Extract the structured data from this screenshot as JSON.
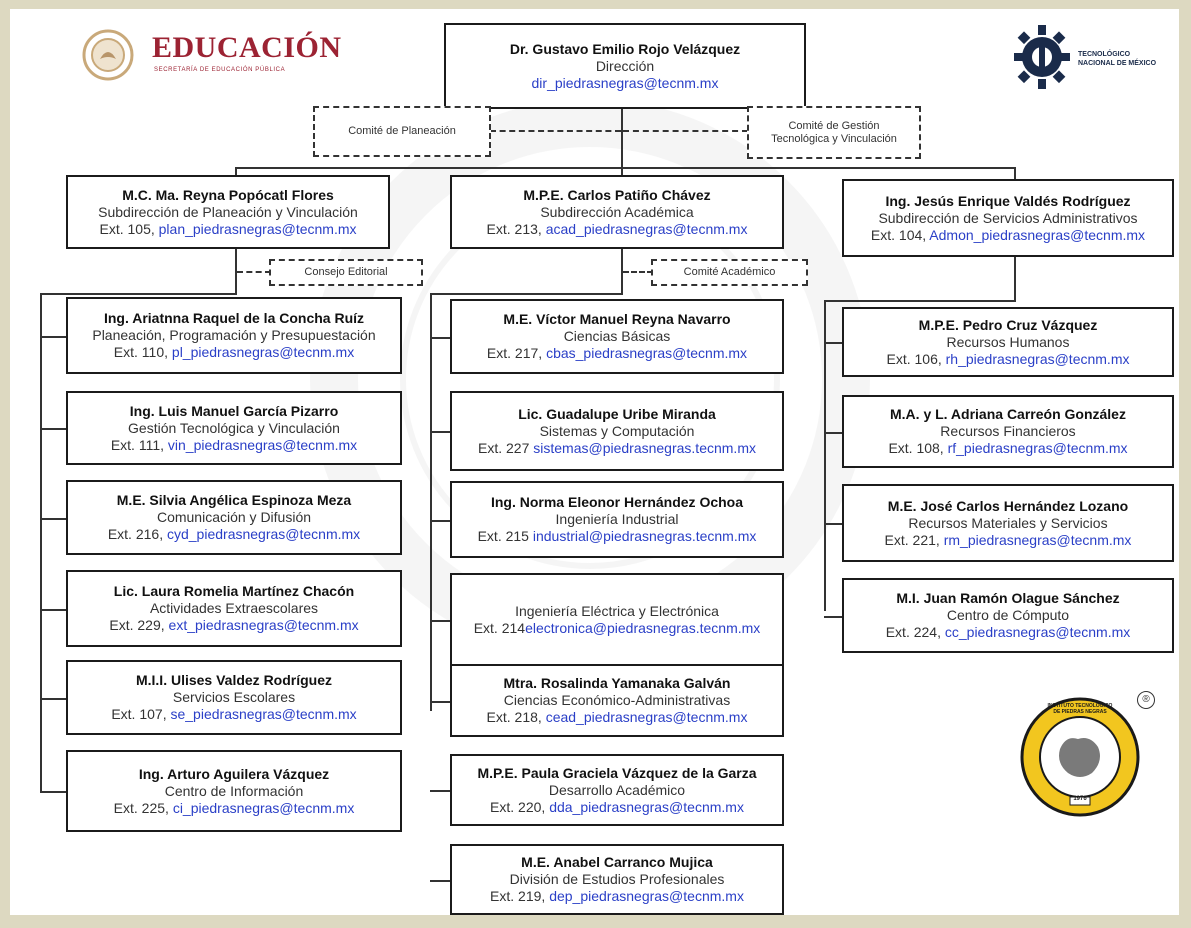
{
  "header": {
    "left_logo": {
      "title": "EDUCACIÓN",
      "subtitle": "SECRETARÍA DE EDUCACIÓN PÚBLICA",
      "icon": "mexico-coat-of-arms-icon",
      "color": "#9c2333"
    },
    "right_logo": {
      "line1": "TECNOLÓGICO",
      "line2": "NACIONAL DE MÉXICO",
      "icon": "tecnm-gear-icon",
      "color": "#1a2b4a"
    }
  },
  "director": {
    "name": "Dr. Gustavo Emilio Rojo  Velázquez",
    "dept": "Dirección",
    "ext": "",
    "email": "dir_piedrasnegras@tecnm.mx"
  },
  "committees": {
    "planeacion": "Comité de Planeación",
    "gestion_line1": "Comité de Gestión",
    "gestion_line2": "Tecnológica y Vinculación",
    "editorial": "Consejo Editorial",
    "academico": "Comité Académico"
  },
  "subdirections": [
    {
      "name": "M.C. Ma. Reyna Popócatl Flores",
      "dept": "Subdirección de Planeación y Vinculación",
      "ext": "Ext. 105, ",
      "email": "plan_piedrasnegras@tecnm.mx"
    },
    {
      "name": "M.P.E. Carlos Patiño Chávez",
      "dept": "Subdirección Académica",
      "ext": "Ext. 213, ",
      "email": "acad_piedrasnegras@tecnm.mx"
    },
    {
      "name": "Ing. Jesús Enrique Valdés Rodríguez",
      "dept": "Subdirección de Servicios Administrativos",
      "ext": "Ext. 104, ",
      "email": "Admon_piedrasnegras@tecnm.mx"
    }
  ],
  "col1": [
    {
      "name": "Ing. Ariatnna Raquel de la  Concha Ruíz",
      "dept": "Planeación, Programación y Presupuestación",
      "ext": "Ext. 110, ",
      "email": "pl_piedrasnegras@tecnm.mx"
    },
    {
      "name": "Ing. Luis Manuel García Pizarro",
      "dept": "Gestión Tecnológica y Vinculación",
      "ext": "Ext. 111, ",
      "email": "vin_piedrasnegras@tecnm.mx"
    },
    {
      "name": "M.E. Silvia Angélica Espinoza Meza",
      "dept": "Comunicación y Difusión",
      "ext": "Ext. 216, ",
      "email": "cyd_piedrasnegras@tecnm.mx"
    },
    {
      "name": "Lic. Laura Romelia Martínez Chacón",
      "dept": "Actividades Extraescolares",
      "ext": "Ext. 229, ",
      "email": "ext_piedrasnegras@tecnm.mx"
    },
    {
      "name": "M.I.I. Ulises Valdez Rodríguez",
      "dept": "Servicios Escolares",
      "ext": "Ext. 107, ",
      "email": "se_piedrasnegras@tecnm.mx"
    },
    {
      "name": "Ing. Arturo Aguilera Vázquez",
      "dept": "Centro de Información",
      "ext": "Ext. 225, ",
      "email": "ci_piedrasnegras@tecnm.mx"
    }
  ],
  "col2": [
    {
      "name": "M.E. Víctor Manuel Reyna Navarro",
      "dept": "Ciencias Básicas",
      "ext": "Ext. 217, ",
      "email": "cbas_piedrasnegras@tecnm.mx"
    },
    {
      "name": "Lic. Guadalupe Uribe Miranda",
      "dept": "Sistemas y Computación",
      "ext": "Ext. 227 ",
      "email": "sistemas@piedrasnegras.tecnm.mx"
    },
    {
      "name": "Ing.  Norma Eleonor Hernández Ochoa",
      "dept": "Ingeniería Industrial",
      "ext": "Ext. 215  ",
      "email": "industrial@piedrasnegras.tecnm.mx"
    },
    {
      "name": "",
      "dept": "Ingeniería Eléctrica y Electrónica",
      "ext": "Ext. 214",
      "email": "electronica@piedrasnegras.tecnm.mx"
    },
    {
      "name": "Mtra. Rosalinda Yamanaka Galván",
      "dept": "Ciencias Económico-Administrativas",
      "ext": "Ext. 218, ",
      "email": "cead_piedrasnegras@tecnm.mx"
    },
    {
      "name": "M.P.E. Paula Graciela Vázquez de la Garza",
      "dept": "Desarrollo Académico",
      "ext": "Ext. 220, ",
      "email": "dda_piedrasnegras@tecnm.mx"
    },
    {
      "name": "M.E. Anabel Carranco Mujica",
      "dept": "División de Estudios Profesionales",
      "ext": "Ext. 219, ",
      "email": "dep_piedrasnegras@tecnm.mx"
    }
  ],
  "col3": [
    {
      "name": "M.P.E. Pedro Cruz Vázquez",
      "dept": "Recursos Humanos",
      "ext": "Ext. 106, ",
      "email": "rh_piedrasnegras@tecnm.mx"
    },
    {
      "name": "M.A. y L. Adriana Carreón González",
      "dept": "Recursos Financieros",
      "ext": "Ext. 108, ",
      "email": "rf_piedrasnegras@tecnm.mx"
    },
    {
      "name": "M.E. José Carlos Hernández Lozano",
      "dept": "Recursos Materiales y Servicios",
      "ext": "Ext. 221, ",
      "email": "rm_piedrasnegras@tecnm.mx"
    },
    {
      "name": "M.I. Juan Ramón Olague Sánchez",
      "dept": "Centro de Cómputo",
      "ext": "Ext. 224, ",
      "email": "cc_piedrasnegras@tecnm.mx"
    }
  ],
  "seal": {
    "text": "INSTITUTO TECNOLÓGICO DE PIEDRAS NEGRAS",
    "year": "1976",
    "registered": "®",
    "icon": "itpn-seal-icon",
    "color": "#f2c61f"
  }
}
